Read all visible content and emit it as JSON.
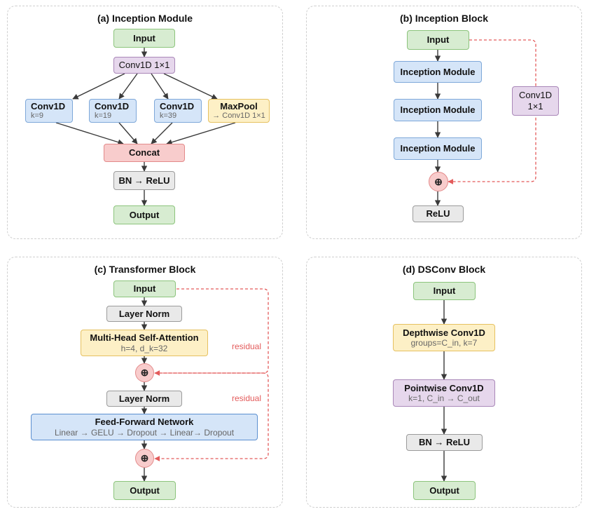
{
  "panel_a": {
    "title": "(a) Inception Module",
    "input": "Input",
    "conv1x1": "Conv1D 1×1",
    "branches": [
      {
        "title": "Conv1D",
        "sub": "k=9"
      },
      {
        "title": "Conv1D",
        "sub": "k=19"
      },
      {
        "title": "Conv1D",
        "sub": "k=39"
      },
      {
        "title": "MaxPool",
        "sub": "→ Conv1D 1×1"
      }
    ],
    "concat": "Concat",
    "bnrelu": "BN → ReLU",
    "output": "Output"
  },
  "panel_b": {
    "title": "(b) Inception Block",
    "input": "Input",
    "modules": [
      "Inception Module",
      "Inception Module",
      "Inception Module"
    ],
    "add": "⊕",
    "relu": "ReLU",
    "shortcut_line1": "Conv1D",
    "shortcut_line2": "1×1"
  },
  "panel_c": {
    "title": "(c) Transformer Block",
    "input": "Input",
    "norm1": "Layer Norm",
    "mhsa_title": "Multi-Head Self-Attention",
    "mhsa_sub": "h=4, d_k=32",
    "add": "⊕",
    "norm2": "Layer Norm",
    "ffn_title": "Feed-Forward Network",
    "ffn_sub": "Linear → GELU → Dropout → Linear→ Dropout",
    "output": "Output",
    "residual_label": "residual"
  },
  "panel_d": {
    "title": "(d) DSConv Block",
    "input": "Input",
    "depthwise_title": "Depthwise Conv1D",
    "depthwise_sub": "groups=C_in, k=7",
    "pointwise_title": "Pointwise Conv1D",
    "pointwise_sub": "k=1, C_in → C_out",
    "bnrelu": "BN → ReLU",
    "output": "Output"
  },
  "colors": {
    "arrow": "#3a3a3a",
    "residual": "#e35b5b",
    "input_output": "#d7ecd1",
    "conv": "#d5e5f8",
    "concat": "#f8cccc",
    "attention": "#fdf0c6",
    "pointwise": "#e6d7ec"
  }
}
